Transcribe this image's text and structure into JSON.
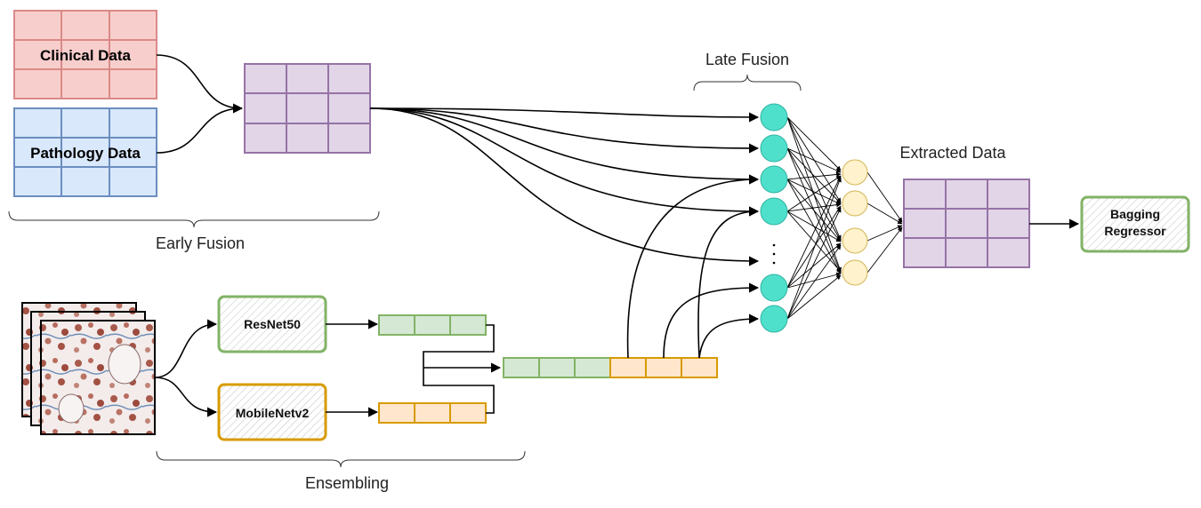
{
  "early_fusion": {
    "clinical_label": "Clinical Data",
    "pathology_label": "Pathology Data",
    "brace_label": "Early Fusion"
  },
  "late_fusion": {
    "brace_label": "Late Fusion"
  },
  "ensembling": {
    "brace_label": "Ensembling",
    "model_a": "ResNet50",
    "model_b": "MobileNetv2"
  },
  "extracted": {
    "label": "Extracted Data"
  },
  "regressor": {
    "label_line1": "Bagging",
    "label_line2": "Regressor"
  },
  "colors": {
    "clinical_fill": "#f8cecc",
    "clinical_stroke": "#d98a88",
    "pathology_fill": "#dae8fc",
    "pathology_stroke": "#6c8ebf",
    "fused_fill": "#e1d5e7",
    "fused_stroke": "#9673a6",
    "green_fill": "#d5e8d4",
    "green_stroke": "#82b366",
    "orange_fill": "#ffe6cc",
    "orange_stroke": "#d79b00",
    "node_cyan": "#4fe0cc",
    "node_cream": "#fff2cc"
  }
}
